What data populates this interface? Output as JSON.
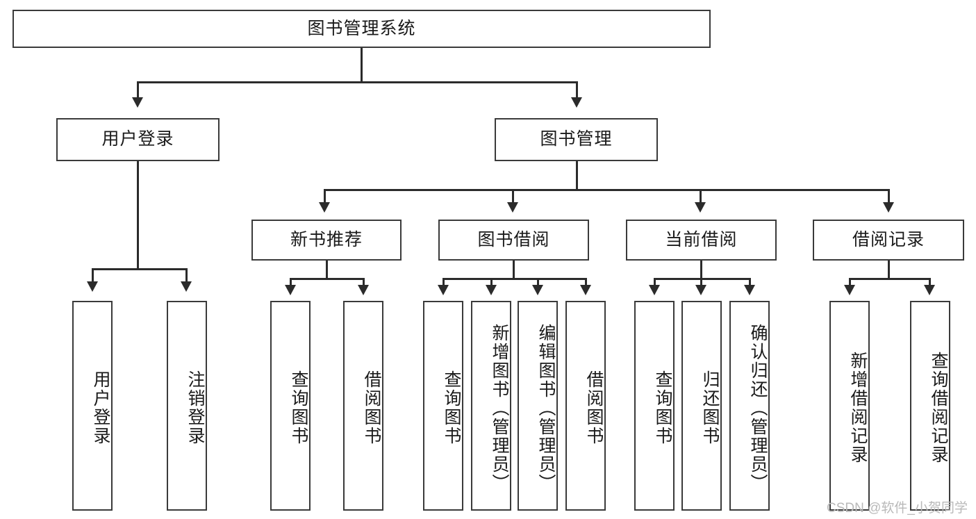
{
  "diagram": {
    "title": "图书管理系统",
    "root": {
      "label": "图书管理系统"
    },
    "level2": [
      {
        "label": "用户登录"
      },
      {
        "label": "图书管理"
      }
    ],
    "level3": [
      {
        "label": "新书推荐"
      },
      {
        "label": "图书借阅"
      },
      {
        "label": "当前借阅"
      },
      {
        "label": "借阅记录"
      }
    ],
    "leaves": {
      "user_login": [
        {
          "label": "用户登录"
        },
        {
          "label": "注销登录"
        }
      ],
      "new_book_recommend": [
        {
          "label": "查询图书"
        },
        {
          "label": "借阅图书"
        }
      ],
      "book_borrow": [
        {
          "label": "查询图书"
        },
        {
          "label": "新增图书（管理员）"
        },
        {
          "label": "编辑图书（管理员）"
        },
        {
          "label": "借阅图书"
        }
      ],
      "current_borrow": [
        {
          "label": "查询图书"
        },
        {
          "label": "归还图书"
        },
        {
          "label": "确认归还（管理员）"
        }
      ],
      "borrow_record": [
        {
          "label": "新增借阅记录"
        },
        {
          "label": "查询借阅记录"
        }
      ]
    }
  },
  "watermark": {
    "text": "CSDN @软件_小贺同学"
  },
  "colors": {
    "box_border": "#3a3a3a",
    "connector": "#2b2b2b",
    "background": "#ffffff",
    "text": "#1a1a1a",
    "watermark": "#b9b9b9"
  }
}
